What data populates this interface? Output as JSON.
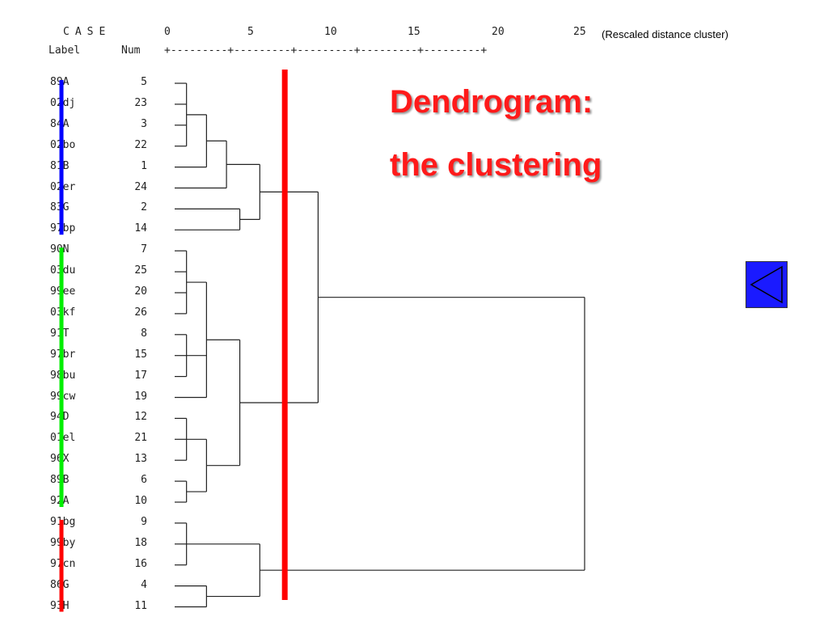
{
  "header": {
    "case_label": "CASE",
    "col_label": "Label",
    "col_num": "Num",
    "ticks": [
      "0",
      "5",
      "10",
      "15",
      "20",
      "25"
    ],
    "axis_rule": "+---------+---------+---------+---------+---------+",
    "note": "(Rescaled distance cluster)"
  },
  "title": {
    "line1": "Dendrogram:",
    "line2": "the clustering"
  },
  "cases": [
    {
      "label": "89A",
      "num": "5"
    },
    {
      "label": "02dj",
      "num": "23"
    },
    {
      "label": "84A",
      "num": "3"
    },
    {
      "label": "02bo",
      "num": "22"
    },
    {
      "label": "81B",
      "num": "1"
    },
    {
      "label": "02er",
      "num": "24"
    },
    {
      "label": "83G",
      "num": "2"
    },
    {
      "label": "97bp",
      "num": "14"
    },
    {
      "label": "90N",
      "num": "7"
    },
    {
      "label": "03du",
      "num": "25"
    },
    {
      "label": "99ee",
      "num": "20"
    },
    {
      "label": "03kf",
      "num": "26"
    },
    {
      "label": "91T",
      "num": "8"
    },
    {
      "label": "97br",
      "num": "15"
    },
    {
      "label": "98bu",
      "num": "17"
    },
    {
      "label": "99cw",
      "num": "19"
    },
    {
      "label": "94D",
      "num": "12"
    },
    {
      "label": "01el",
      "num": "21"
    },
    {
      "label": "96X",
      "num": "13"
    },
    {
      "label": "89B",
      "num": "6"
    },
    {
      "label": "92A",
      "num": "10"
    },
    {
      "label": "91bg",
      "num": "9"
    },
    {
      "label": "99by",
      "num": "18"
    },
    {
      "label": "97cn",
      "num": "16"
    },
    {
      "label": "86G",
      "num": "4"
    },
    {
      "label": "93H",
      "num": "11"
    }
  ],
  "merges": [
    {
      "a": [
        0,
        1,
        2,
        3
      ],
      "d": 1.1
    },
    {
      "a": [
        "m0",
        4
      ],
      "d": 2.3
    },
    {
      "a": [
        "m1",
        5
      ],
      "d": 3.5
    },
    {
      "a": [
        6,
        7
      ],
      "d": 4.3
    },
    {
      "a": [
        "m2",
        "m3"
      ],
      "d": 5.5
    },
    {
      "a": [
        8,
        9,
        10,
        11
      ],
      "d": 1.1
    },
    {
      "a": [
        12,
        13,
        14
      ],
      "d": 1.1
    },
    {
      "a": [
        "m5",
        "m6",
        15
      ],
      "d": 2.3
    },
    {
      "a": [
        16,
        17,
        18
      ],
      "d": 1.1
    },
    {
      "a": [
        19,
        20
      ],
      "d": 1.1
    },
    {
      "a": [
        "m8",
        "m9"
      ],
      "d": 2.3
    },
    {
      "a": [
        "m7",
        "m10"
      ],
      "d": 4.3
    },
    {
      "a": [
        21,
        22,
        23
      ],
      "d": 1.1
    },
    {
      "a": [
        24,
        25
      ],
      "d": 2.3
    },
    {
      "a": [
        "m12",
        "m13"
      ],
      "d": 5.5
    },
    {
      "a": [
        "m4",
        "m11"
      ],
      "d": 9.0
    },
    {
      "a": [
        "m15",
        "m14"
      ],
      "d": 25
    }
  ],
  "groups": [
    {
      "from": 0,
      "to": 7,
      "color": "#0000ff"
    },
    {
      "from": 8,
      "to": 20,
      "color": "#00ee00"
    },
    {
      "from": 21,
      "to": 25,
      "color": "#ff0000"
    }
  ],
  "cut": {
    "distance": 7.0,
    "color": "#ff0000"
  },
  "nav": {
    "icon": "back-triangle-icon",
    "color": "#1a1aff"
  }
}
